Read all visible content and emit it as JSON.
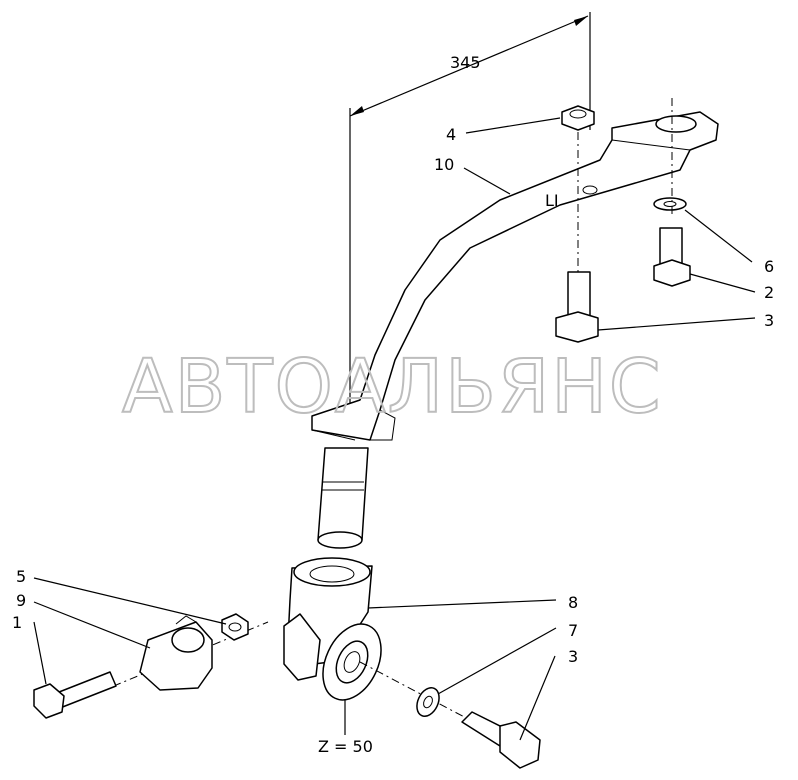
{
  "watermark": "АВТОАЛЬЯНС",
  "dimension": {
    "value": "345"
  },
  "marking": "LI",
  "gear_label": "Z = 50",
  "callouts": {
    "n1": "1",
    "n2": "2",
    "n3a": "3",
    "n3b": "3",
    "n4": "4",
    "n5": "5",
    "n6": "6",
    "n7": "7",
    "n8": "8",
    "n9": "9",
    "n10": "10"
  }
}
